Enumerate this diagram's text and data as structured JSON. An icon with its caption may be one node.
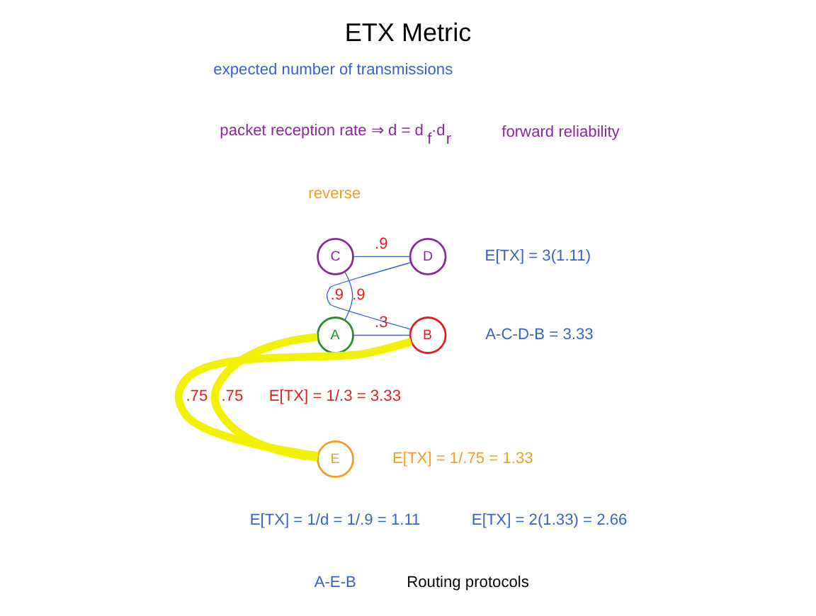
{
  "diagram": {
    "title": "ETX Metric",
    "nodes": [
      {
        "text": [
          "A"
        ]
      },
      {
        "text": [
          "C"
        ]
      },
      {
        "text": [
          "D"
        ]
      },
      {
        "text": [
          "B"
        ]
      },
      {
        "text": [
          "E"
        ]
      }
    ],
    "edges": [
      {
        "from": 0,
        "to": 1,
        "arrow": "none",
        "label": ".9"
      },
      {
        "from": 1,
        "to": 2,
        "arrow": "none",
        "label": ".9"
      },
      {
        "from": 2,
        "to": 3,
        "arrow": "none",
        "label": ".9"
      },
      {
        "from": 0,
        "to": 3,
        "arrow": "none",
        "label": ".3"
      },
      {
        "from": 0,
        "to": 4,
        "arrow": "none",
        "label": ".75",
        "style": "thick",
        "color": "#f2f200"
      },
      {
        "from": 4,
        "to": 3,
        "arrow": "none",
        "label": ".75",
        "style": "thick",
        "color": "#f2f200"
      }
    ],
    "labels": [
      "expected number of transmissions",
      "packet reception rate ⇒ d = d$_{f}$·d$_{r}$",
      "forward reliability",
      "reverse",
      "E[TX] = 3(1.11)",
      "A-C-D-B = 3.33",
      "E[TX] = 1/.3 = 3.33",
      "E[TX] = 1/.75 = 1.33",
      "E[TX] = 1/d = 1/.9 = 1.11",
      "E[TX] = 2(1.33) = 2.66",
      "A-E-B",
      "Routing protocols"
    ]
  }
}
